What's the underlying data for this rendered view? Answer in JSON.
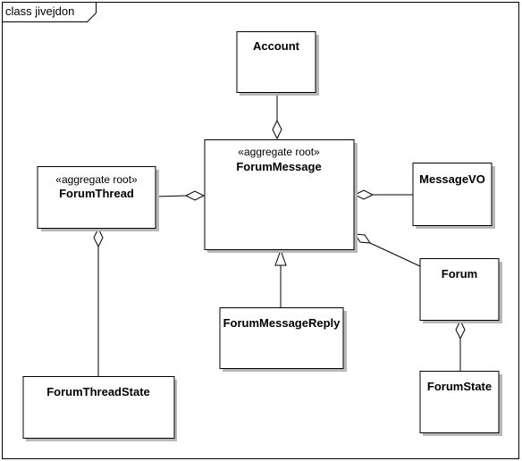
{
  "frame": {
    "label": "class jivejdon"
  },
  "classes": {
    "account": {
      "name": "Account",
      "stereotype": ""
    },
    "forum_message": {
      "name": "ForumMessage",
      "stereotype": "«aggregate root»"
    },
    "forum_thread": {
      "name": "ForumThread",
      "stereotype": "«aggregate root»"
    },
    "message_vo": {
      "name": "MessageVO",
      "stereotype": ""
    },
    "forum": {
      "name": "Forum",
      "stereotype": ""
    },
    "forum_message_reply": {
      "name": "ForumMessageReply",
      "stereotype": ""
    },
    "forum_thread_state": {
      "name": "ForumThreadState",
      "stereotype": ""
    },
    "forum_state": {
      "name": "ForumState",
      "stereotype": ""
    }
  },
  "relations": [
    {
      "type": "aggregation",
      "from": "Account",
      "to": "ForumMessage"
    },
    {
      "type": "aggregation",
      "from": "ForumThread",
      "to": "ForumMessage"
    },
    {
      "type": "aggregation",
      "from": "MessageVO",
      "to": "ForumMessage"
    },
    {
      "type": "aggregation",
      "from": "Forum",
      "to": "ForumMessage"
    },
    {
      "type": "generalization",
      "from": "ForumMessageReply",
      "to": "ForumMessage"
    },
    {
      "type": "aggregation",
      "from": "ForumThreadState",
      "to": "ForumThread"
    },
    {
      "type": "aggregation",
      "from": "ForumState",
      "to": "Forum"
    }
  ]
}
